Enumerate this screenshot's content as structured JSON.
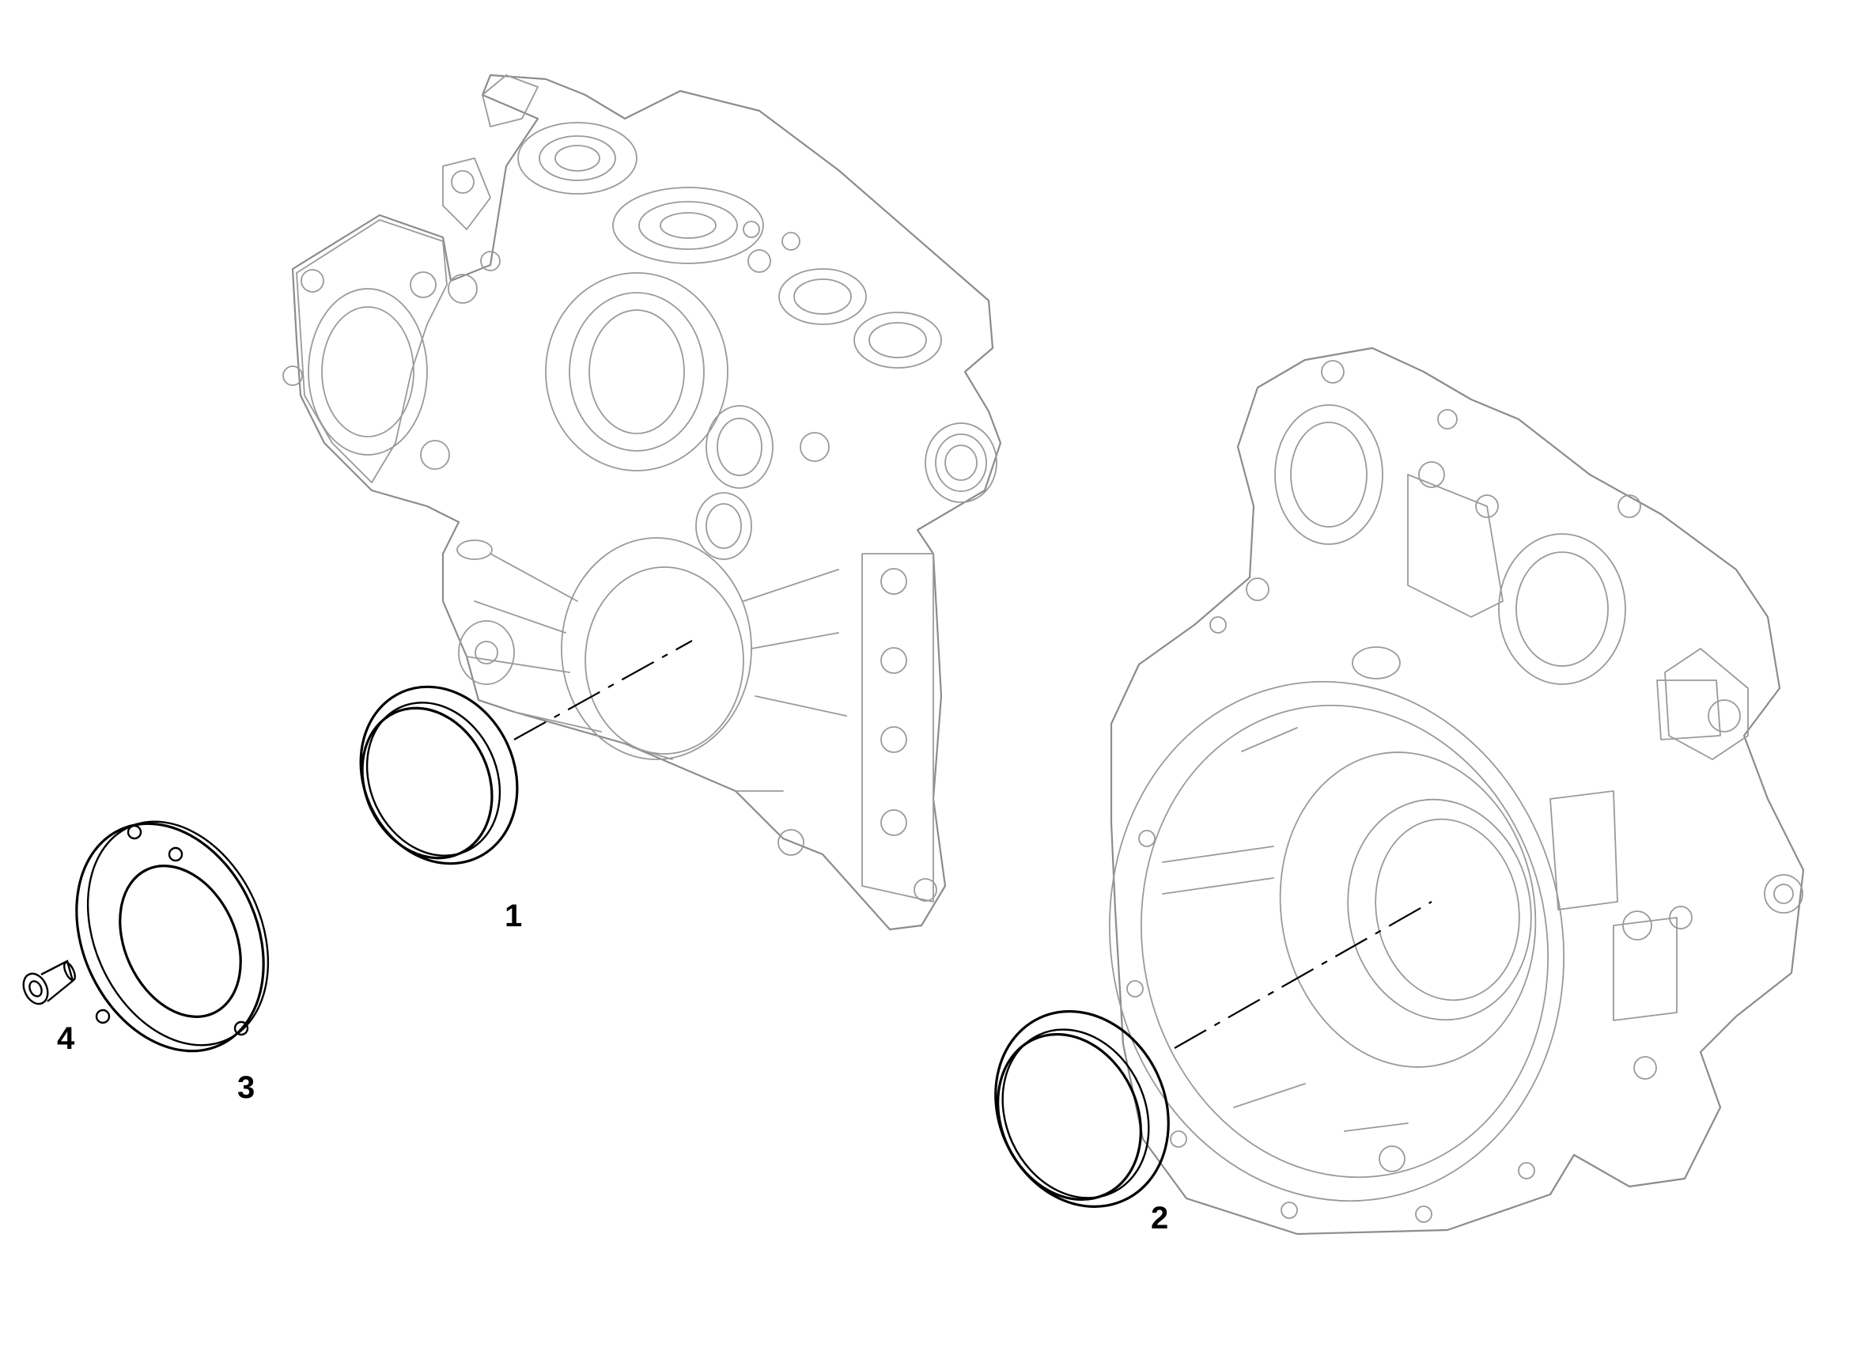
{
  "diagram": {
    "parts": [
      {
        "id": "front-cover",
        "label": ""
      },
      {
        "id": "flywheel-housing",
        "label": ""
      }
    ],
    "callouts": [
      {
        "number": "1",
        "part": "front-crankshaft-seal"
      },
      {
        "number": "2",
        "part": "rear-crankshaft-seal"
      },
      {
        "number": "3",
        "part": "gasket-plate"
      },
      {
        "number": "4",
        "part": "screw"
      }
    ],
    "colors": {
      "housing_line": "#8c8c8c",
      "seal_line": "#000000",
      "background": "#ffffff"
    }
  }
}
